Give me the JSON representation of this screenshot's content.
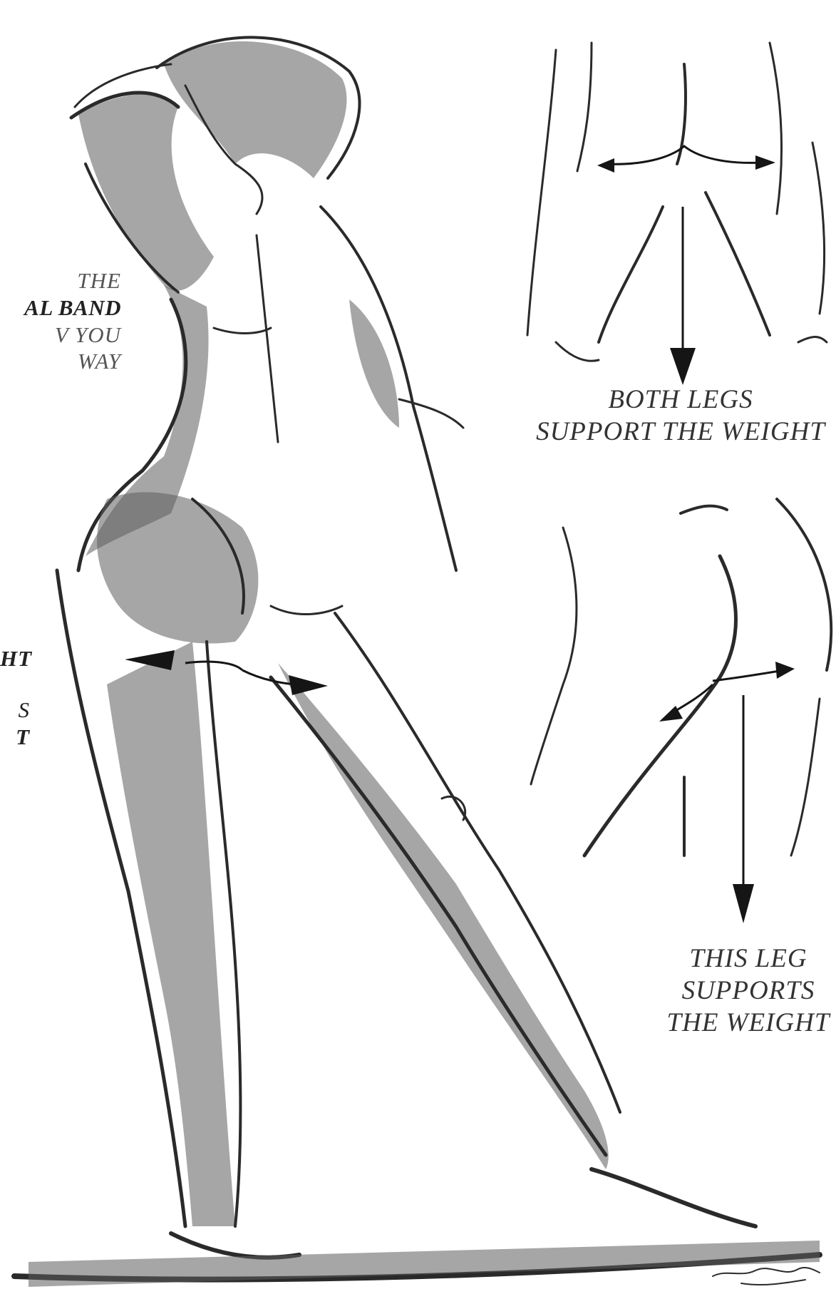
{
  "captions": {
    "left_top": {
      "line1": "THE",
      "line2": "AL BAND",
      "line3": "V YOU",
      "line4": "WAY"
    },
    "left_mid": {
      "line1": "HT",
      "line2": "S",
      "line3": "T"
    },
    "both_legs": {
      "line1": "BOTH LEGS",
      "line2": "SUPPORT THE WEIGHT"
    },
    "this_leg": {
      "line1": "THIS LEG",
      "line2": "SUPPORTS",
      "line3": "THE WEIGHT"
    }
  },
  "colors": {
    "ink": "#2a2a2a",
    "wash": "#5c5c5c",
    "paper": "#ffffff"
  }
}
